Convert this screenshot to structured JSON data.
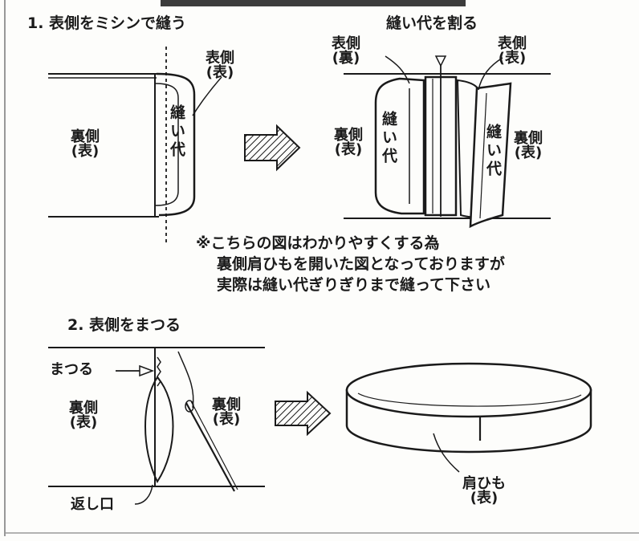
{
  "step1": {
    "title": "1. 表側をミシンで縫う",
    "left": {
      "outer_label": "表側\n(表)",
      "inner_label": "裏側\n(表)",
      "seam_label": "縫い代"
    },
    "right": {
      "top_label": "縫い代を割る",
      "left_outer_label": "表側\n(裏)",
      "right_outer_label": "表側\n(表)",
      "inner_left_label": "裏側\n(表)",
      "inner_right_label": "裏側\n(表)",
      "seam_left": "縫い代",
      "seam_right": "縫い代"
    }
  },
  "note": {
    "line1": "※こちらの図はわかりやすくする為",
    "line2": "裏側肩ひもを開いた図となっておりますが",
    "line3": "実際は縫い代ぎりぎりまで縫って下さい"
  },
  "step2": {
    "title": "2. 表側をまつる",
    "matsuru_label": "まつる",
    "inner_left_label": "裏側\n(表)",
    "inner_right_label": "裏側\n(表)",
    "opening_label": "返し口",
    "strap_label": "肩ひも\n(表)"
  },
  "colors": {
    "ink": "#1a1a1a",
    "paper": "#fdfdfb",
    "shade": "#cfcfcf"
  }
}
